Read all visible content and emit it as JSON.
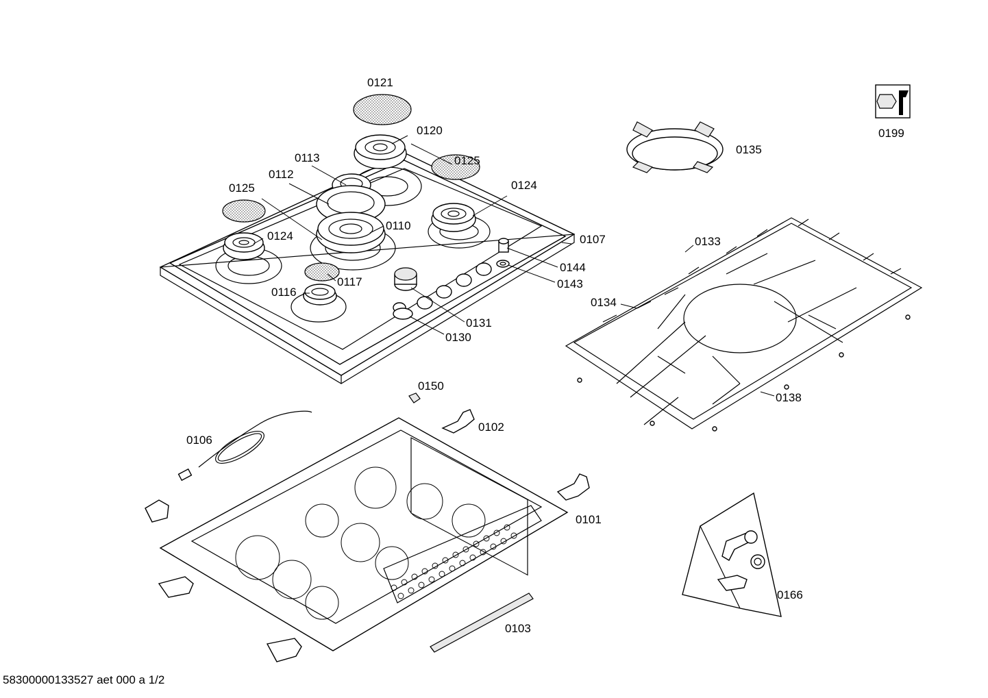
{
  "labels": {
    "p0121": "0121",
    "p0120": "0120",
    "p0113": "0113",
    "p0112": "0112",
    "p0125a": "0125",
    "p0125b": "0125",
    "p0124a": "0124",
    "p0124b": "0124",
    "p0110": "0110",
    "p0107": "0107",
    "p0144": "0144",
    "p0143": "0143",
    "p0117": "0117",
    "p0116": "0116",
    "p0131": "0131",
    "p0130": "0130",
    "p0135": "0135",
    "p0199": "0199",
    "p0133": "0133",
    "p0134": "0134",
    "p0138": "0138",
    "p0150": "0150",
    "p0102": "0102",
    "p0106": "0106",
    "p0101": "0101",
    "p0103": "0103",
    "p0166": "0166"
  },
  "footer": "58300000133527 aet 000 a 1/2",
  "icons": {
    "service": "tool-wrench-icon"
  }
}
